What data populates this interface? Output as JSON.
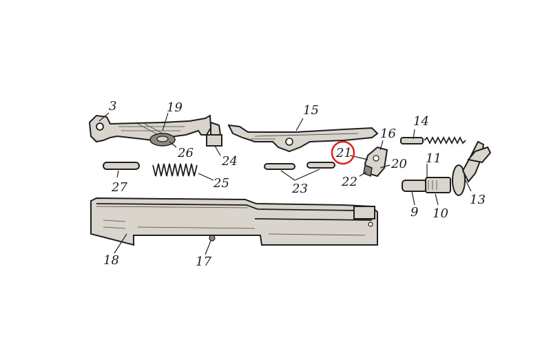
{
  "labels": {
    "l3": "3",
    "l19": "19",
    "l15": "15",
    "l14": "14",
    "l16": "16",
    "l26": "26",
    "l24": "24",
    "l21": "21",
    "l20": "20",
    "l11": "11",
    "l27": "27",
    "l25": "25",
    "l23": "23",
    "l22": "22",
    "l13": "13",
    "l9": "9",
    "l10": "10",
    "l18": "18",
    "l17": "17"
  },
  "highlight": {
    "label": "21",
    "color": "#e0201c"
  }
}
